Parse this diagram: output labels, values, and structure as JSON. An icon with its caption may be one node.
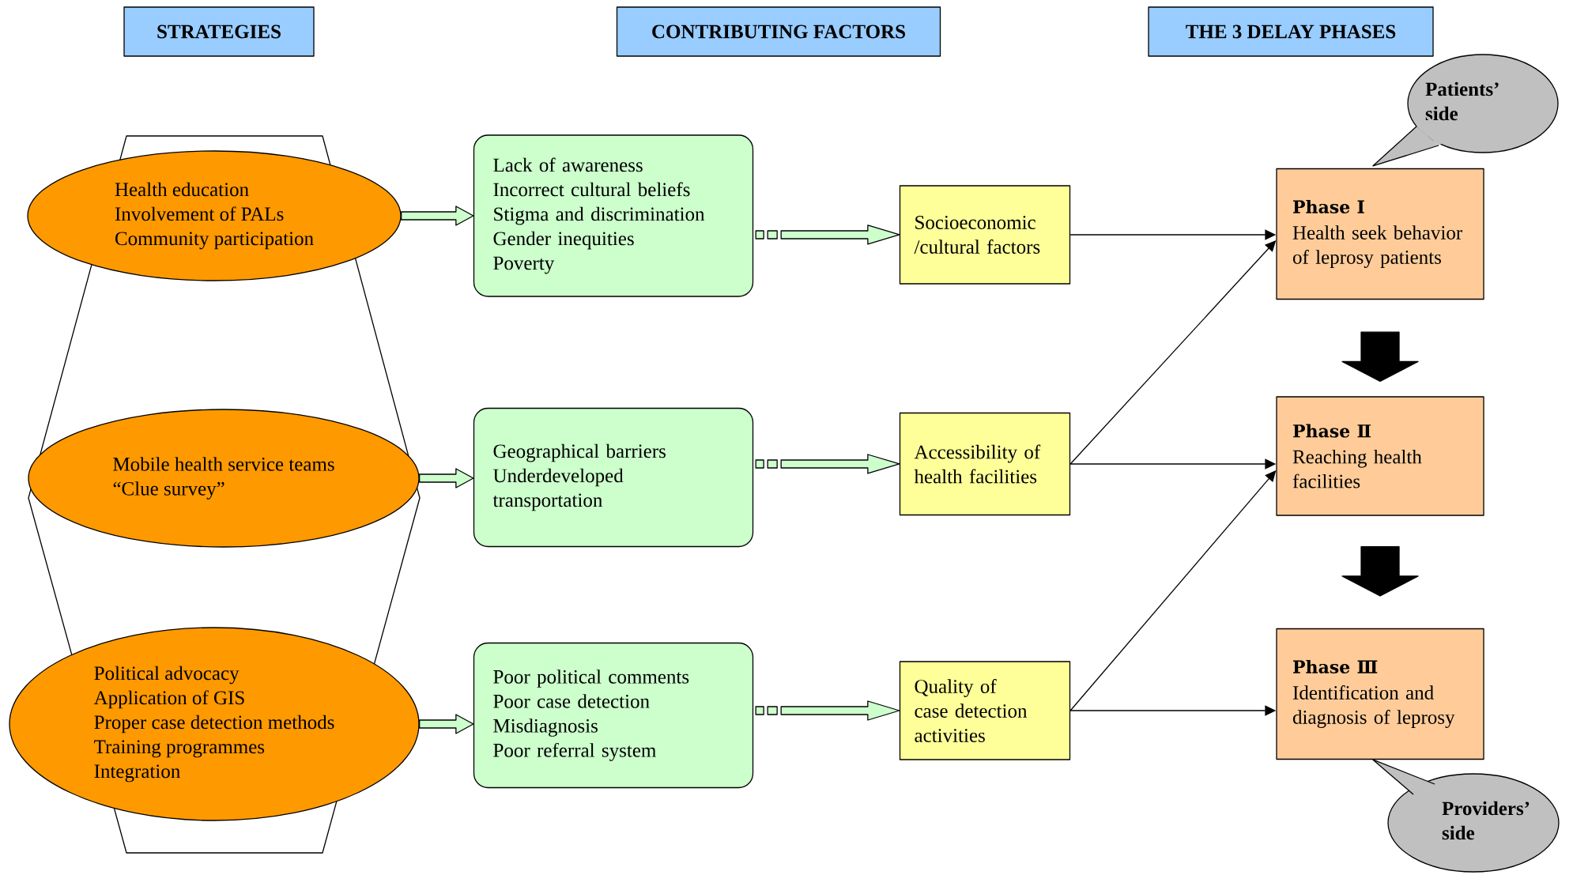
{
  "diagram": {
    "nodes": [
      {
        "text": [
          "STRATEGIES"
        ]
      },
      {
        "text": [
          "CONTRIBUTING FACTORS"
        ]
      },
      {
        "text": [
          "THE 3 DELAY PHASES"
        ]
      },
      {
        "text": [
          "Health education",
          "Involvement of PALs",
          "Community participation"
        ]
      },
      {
        "text": [
          "Mobile health service teams",
          "“Clue survey”"
        ]
      },
      {
        "text": [
          "Political advocacy",
          "Application of GIS",
          "Proper case detection methods",
          "Training programmes",
          "Integration"
        ]
      },
      {
        "text": [
          "Lack of awareness",
          "Incorrect cultural beliefs",
          "Stigma and discrimination",
          "Gender inequities",
          "Poverty"
        ]
      },
      {
        "text": [
          "Geographical barriers",
          "Underdeveloped transportation"
        ]
      },
      {
        "text": [
          "Poor political comments",
          "Poor case detection",
          "Misdiagnosis",
          "Poor referral system"
        ]
      },
      {
        "text": [
          "Socioeconomic /cultural factors"
        ]
      },
      {
        "text": [
          "Accessibility of health facilities"
        ]
      },
      {
        "text": [
          "Quality of case detection activities"
        ]
      },
      {
        "text": [
          "Phase I",
          "Health seek behavior of leprosy patients"
        ]
      },
      {
        "text": [
          "Phase Ⅱ",
          "Reaching health facilities"
        ]
      },
      {
        "text": [
          "Phase Ⅲ",
          "Identification and diagnosis of leprosy"
        ]
      },
      {
        "text": [
          "Patients’ side"
        ]
      },
      {
        "text": [
          "Providers’ side"
        ]
      }
    ],
    "edges": [
      {
        "from": 3,
        "to": 6,
        "arrow": "to",
        "style": "thick",
        "color": "#ccffcc"
      },
      {
        "from": 4,
        "to": 7,
        "arrow": "to",
        "style": "thick",
        "color": "#ccffcc"
      },
      {
        "from": 5,
        "to": 8,
        "arrow": "to",
        "style": "thick",
        "color": "#ccffcc"
      },
      {
        "from": 6,
        "to": 9,
        "arrow": "to",
        "style": "dashed",
        "color": "#ccffcc"
      },
      {
        "from": 7,
        "to": 10,
        "arrow": "to",
        "style": "dashed",
        "color": "#ccffcc"
      },
      {
        "from": 8,
        "to": 11,
        "arrow": "to",
        "style": "dashed",
        "color": "#ccffcc"
      },
      {
        "from": 9,
        "to": 12,
        "arrow": "to"
      },
      {
        "from": 10,
        "to": 12,
        "arrow": "to"
      },
      {
        "from": 10,
        "to": 13,
        "arrow": "to"
      },
      {
        "from": 11,
        "to": 13,
        "arrow": "to"
      },
      {
        "from": 11,
        "to": 14,
        "arrow": "to"
      },
      {
        "from": 12,
        "to": 13,
        "arrow": "to",
        "style": "thick"
      },
      {
        "from": 13,
        "to": 14,
        "arrow": "to",
        "style": "thick"
      },
      {
        "from": 15,
        "to": 12,
        "arrow": "none"
      },
      {
        "from": 16,
        "to": 14,
        "arrow": "none"
      }
    ]
  }
}
